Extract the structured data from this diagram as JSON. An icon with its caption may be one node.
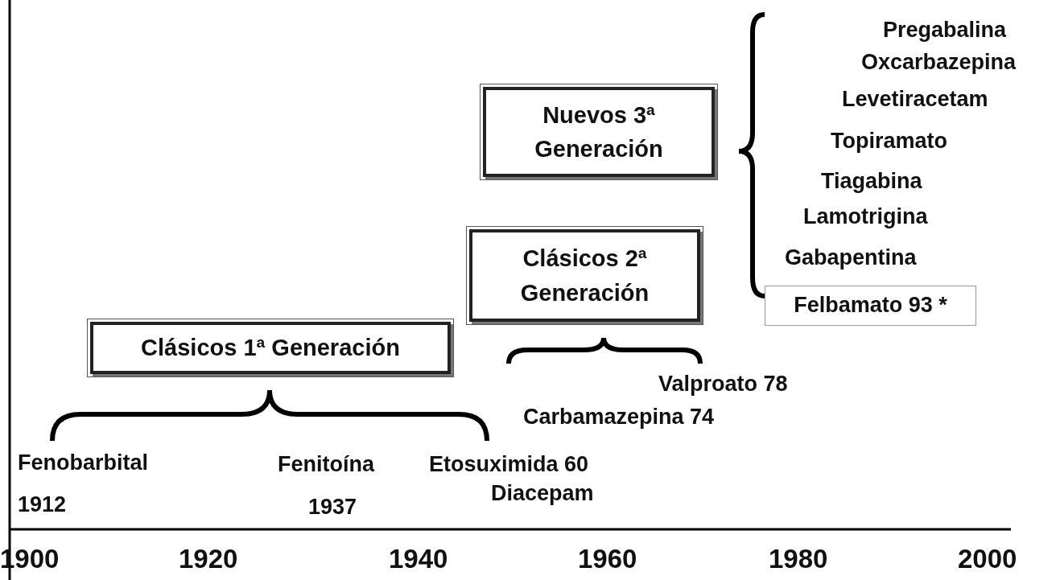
{
  "diagram": {
    "nodes": [
      {
        "text": [
          "Clásicos 1ª Generación"
        ]
      },
      {
        "text": [
          "Clásicos 2ª Generación"
        ]
      },
      {
        "text": [
          "Nuevos 3ª Generación"
        ]
      },
      {
        "text": [
          "Felbamato 93 *"
        ]
      }
    ],
    "labels": [
      "Pregabalina",
      "Oxcarbazepina",
      "Levetiracetam",
      "Topiramato",
      "Tiagabina",
      "Lamotrigina",
      "Gabapentina",
      "Valproato 78",
      "Carbamazepina 74",
      "Fenobarbital",
      "Fenitoína",
      "Etosuximida 60",
      "1912",
      "1937",
      "Diacepam",
      "1900",
      "1920",
      "1940",
      "1960",
      "1980",
      "2000"
    ]
  }
}
